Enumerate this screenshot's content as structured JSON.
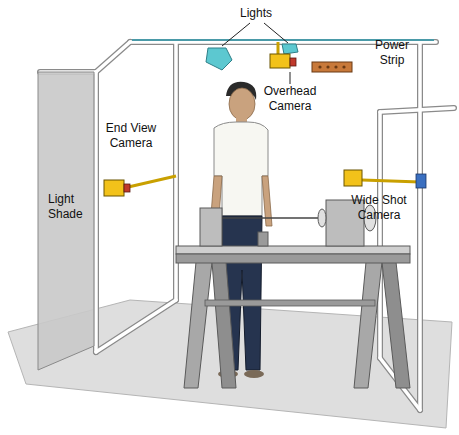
{
  "diagram": {
    "nodes": [
      {
        "text": [
          "Light Shade"
        ]
      }
    ],
    "labels": [
      "Lights",
      "Power Strip",
      "Overhead Camera",
      "End View Camera",
      "Wide Shot Camera"
    ]
  }
}
